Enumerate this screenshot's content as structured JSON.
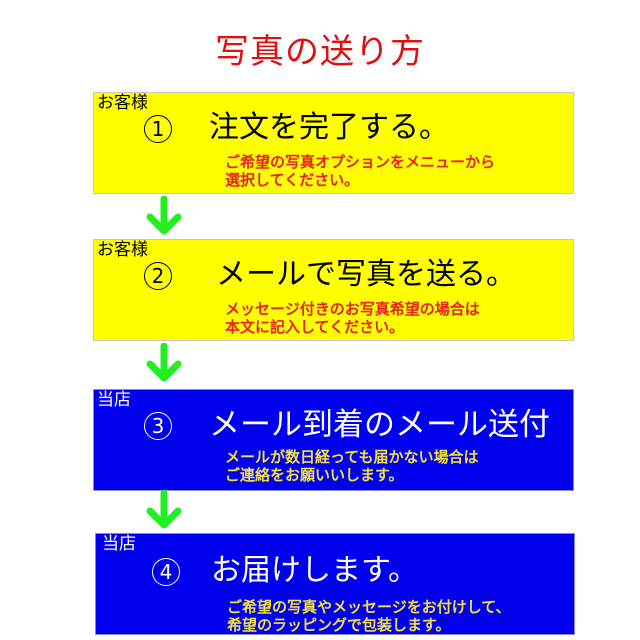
{
  "title": "写真の送り方",
  "colors": {
    "title": "#e01010",
    "customer_box": "#ffff00",
    "shop_box": "#0000ee",
    "arrow": "#22ee22",
    "customer_note": "#e82020",
    "shop_note": "#f0e040"
  },
  "steps": [
    {
      "actor": "お客様",
      "number": "1",
      "heading": "注文を完了する。",
      "note_line1": "ご希望の写真オプションをメニューから",
      "note_line2": "選択してください。"
    },
    {
      "actor": "お客様",
      "number": "2",
      "heading": "メールで写真を送る。",
      "note_line1": "メッセージ付きのお写真希望の場合は",
      "note_line2": "本文に記入してください。"
    },
    {
      "actor": "当店",
      "number": "3",
      "heading": "メール到着のメール送付",
      "note_line1": "メールが数日経っても届かない場合は",
      "note_line2": "ご連絡をお願いいします。"
    },
    {
      "actor": "当店",
      "number": "4",
      "heading": "お届けします。",
      "note_line1": "ご希望の写真やメッセージをお付けして、",
      "note_line2": "希望のラッピングで包装します。"
    }
  ],
  "arrows": [
    {
      "icon": "down-arrow-icon"
    },
    {
      "icon": "down-arrow-icon"
    },
    {
      "icon": "down-arrow-icon"
    }
  ]
}
